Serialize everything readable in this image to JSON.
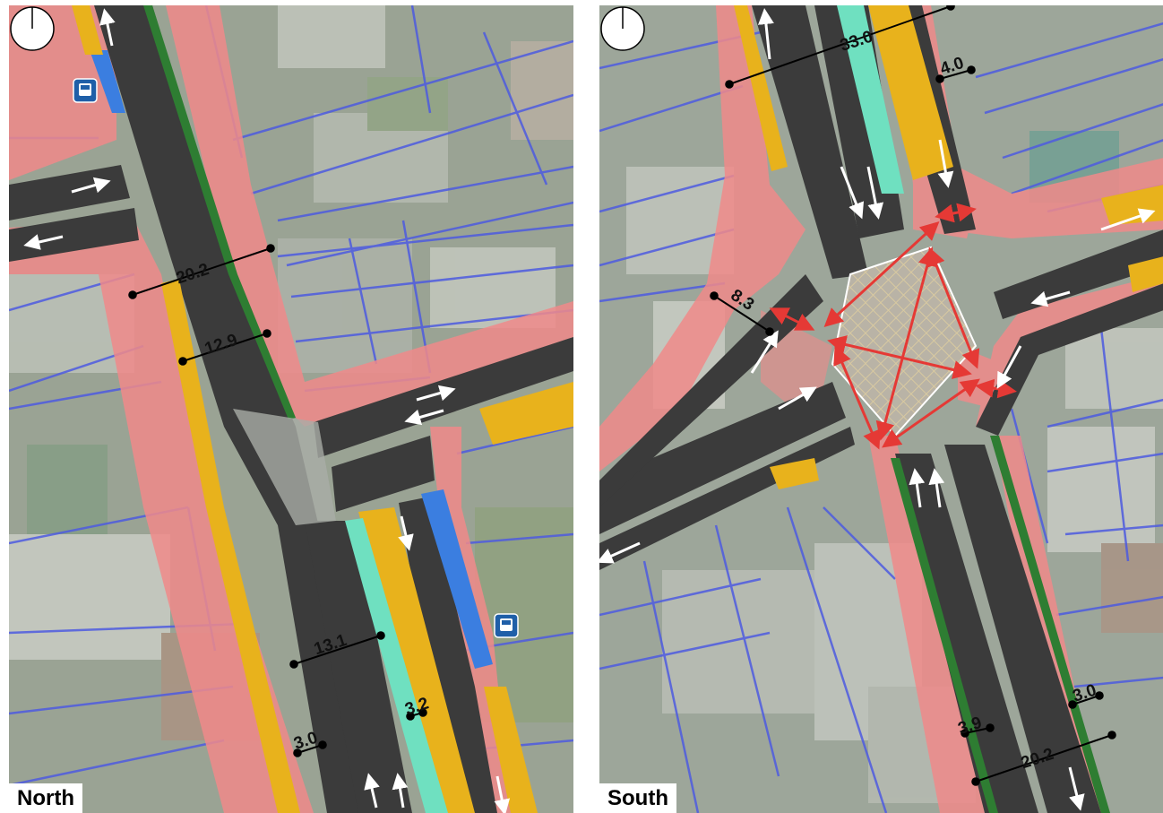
{
  "panels": [
    {
      "id": "north",
      "caption": "North",
      "dimensions": [
        "20.2",
        "12.9",
        "13.1",
        "3.2",
        "3.0"
      ],
      "icons": [
        "bus-stop-icon",
        "bus-stop-icon",
        "compass-icon"
      ]
    },
    {
      "id": "south",
      "caption": "South",
      "dimensions": [
        "33.0",
        "4.0",
        "8.3",
        "3.9",
        "3.0",
        "20.2"
      ],
      "icons": [
        "compass-icon"
      ]
    }
  ],
  "colors": {
    "footpath": "#f08a8a",
    "parking": "#e8b21c",
    "bus_lane": "#3b7ee0",
    "cycle_lane": "#2e7d32",
    "median": "#6fe0c0",
    "carriageway": "#3b3b3b",
    "property_boundary": "#4d5be0",
    "crossing": "#e53935"
  }
}
